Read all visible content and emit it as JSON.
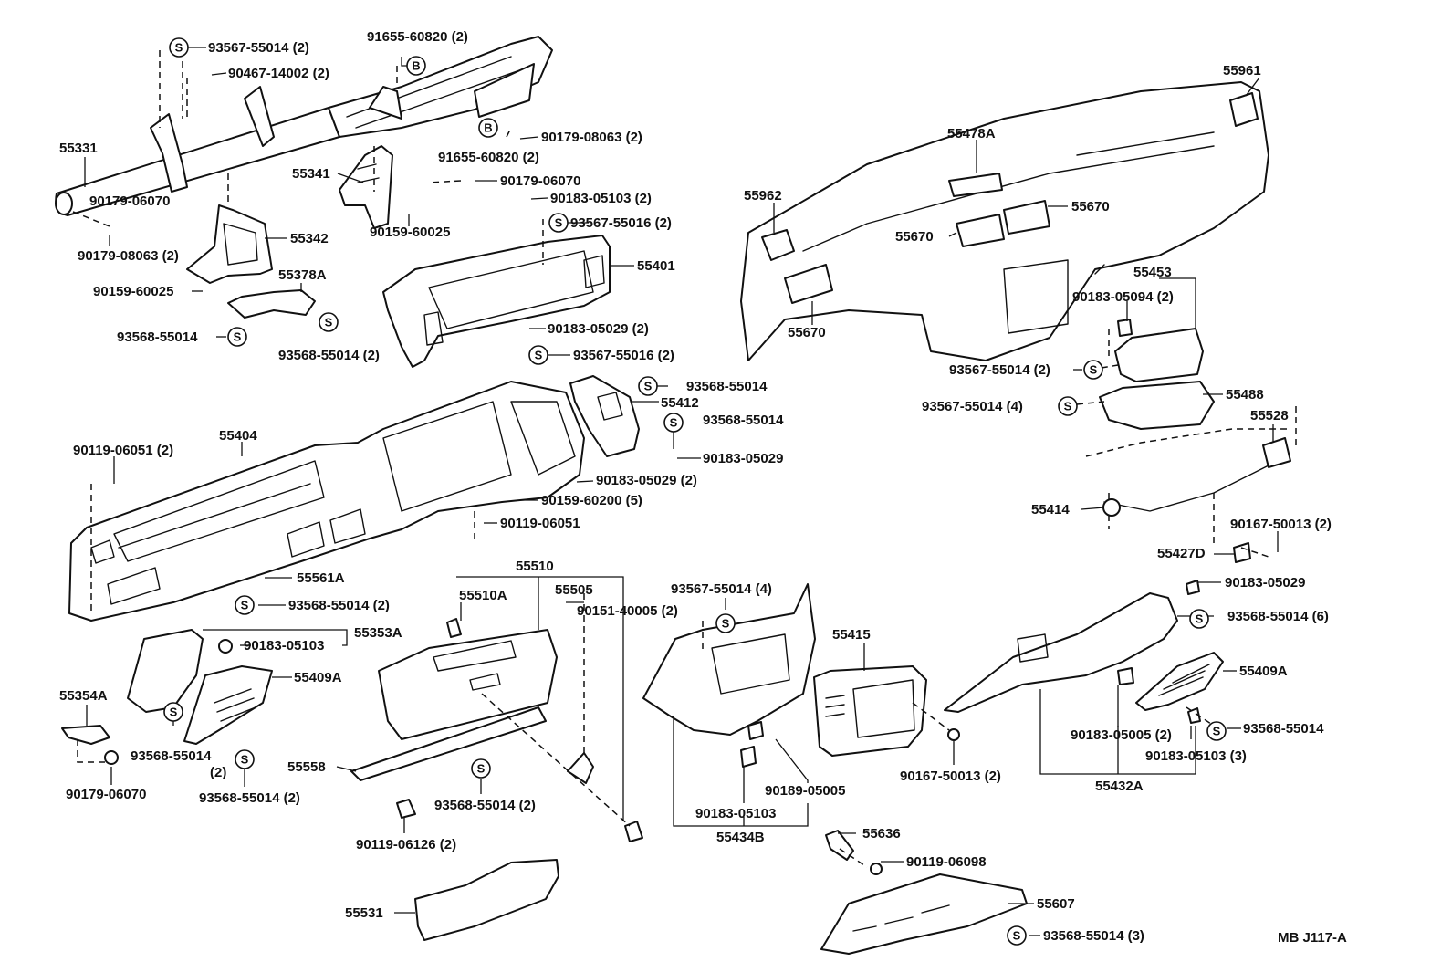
{
  "diagram_code": "MB J117-A",
  "labels": [
    {
      "id": "l1",
      "text": "93567-55014 (2)"
    },
    {
      "id": "l2",
      "text": "91655-60820 (2)"
    },
    {
      "id": "l3",
      "text": "90467-14002 (2)"
    },
    {
      "id": "l4",
      "text": "55331"
    },
    {
      "id": "l5",
      "text": "90179-08063 (2)"
    },
    {
      "id": "l6",
      "text": "91655-60820 (2)"
    },
    {
      "id": "l7",
      "text": "55341"
    },
    {
      "id": "l8",
      "text": "90179-06070"
    },
    {
      "id": "l9",
      "text": "90179-06070"
    },
    {
      "id": "l10",
      "text": "90183-05103 (2)"
    },
    {
      "id": "l11",
      "text": "55342"
    },
    {
      "id": "l12",
      "text": "90159-60025"
    },
    {
      "id": "l13",
      "text": "93567-55016 (2)"
    },
    {
      "id": "l14",
      "text": "90179-08063 (2)"
    },
    {
      "id": "l15",
      "text": "55378A"
    },
    {
      "id": "l16",
      "text": "55401"
    },
    {
      "id": "l17",
      "text": "90159-60025"
    },
    {
      "id": "l18",
      "text": "93568-55014"
    },
    {
      "id": "l19",
      "text": "93568-55014 (2)"
    },
    {
      "id": "l20",
      "text": "90183-05029 (2)"
    },
    {
      "id": "l21",
      "text": "93567-55016 (2)"
    },
    {
      "id": "l22",
      "text": "55961"
    },
    {
      "id": "l23",
      "text": "55478A"
    },
    {
      "id": "l24",
      "text": "55962"
    },
    {
      "id": "l25",
      "text": "55670"
    },
    {
      "id": "l26",
      "text": "55670"
    },
    {
      "id": "l27",
      "text": "55670"
    },
    {
      "id": "l28",
      "text": "55453"
    },
    {
      "id": "l29",
      "text": "90183-05094 (2)"
    },
    {
      "id": "l30",
      "text": "93567-55014 (2)"
    },
    {
      "id": "l31",
      "text": "93568-55014"
    },
    {
      "id": "l32",
      "text": "55412"
    },
    {
      "id": "l33",
      "text": "93568-55014"
    },
    {
      "id": "l34",
      "text": "93567-55014 (4)"
    },
    {
      "id": "l35",
      "text": "55488"
    },
    {
      "id": "l36",
      "text": "55528"
    },
    {
      "id": "l37",
      "text": "55404"
    },
    {
      "id": "l38",
      "text": "90119-06051 (2)"
    },
    {
      "id": "l39",
      "text": "90183-05029"
    },
    {
      "id": "l40",
      "text": "90183-05029 (2)"
    },
    {
      "id": "l41",
      "text": "90159-60200 (5)"
    },
    {
      "id": "l42",
      "text": "90119-06051"
    },
    {
      "id": "l43",
      "text": "55414"
    },
    {
      "id": "l44",
      "text": "90167-50013 (2)"
    },
    {
      "id": "l45",
      "text": "55427D"
    },
    {
      "id": "l46",
      "text": "90183-05029"
    },
    {
      "id": "l47",
      "text": "55561A"
    },
    {
      "id": "l48",
      "text": "93568-55014 (2)"
    },
    {
      "id": "l49",
      "text": "55510"
    },
    {
      "id": "l50",
      "text": "55510A"
    },
    {
      "id": "l51",
      "text": "55505"
    },
    {
      "id": "l52",
      "text": "90151-40005 (2)"
    },
    {
      "id": "l53",
      "text": "93567-55014 (4)"
    },
    {
      "id": "l54",
      "text": "93568-55014 (6)"
    },
    {
      "id": "l55",
      "text": "55353A"
    },
    {
      "id": "l56",
      "text": "90183-05103"
    },
    {
      "id": "l57",
      "text": "55415"
    },
    {
      "id": "l58",
      "text": "55409A"
    },
    {
      "id": "l59",
      "text": "55409A"
    },
    {
      "id": "l60",
      "text": "55354A"
    },
    {
      "id": "l61",
      "text": "93568-55014"
    },
    {
      "id": "l62",
      "text": "93568-55014"
    },
    {
      "id": "l63",
      "text": "(2)"
    },
    {
      "id": "l64",
      "text": "90183-05005 (2)"
    },
    {
      "id": "l65",
      "text": "90183-05103 (3)"
    },
    {
      "id": "l66",
      "text": "55558"
    },
    {
      "id": "l67",
      "text": "90179-06070"
    },
    {
      "id": "l68",
      "text": "93568-55014 (2)"
    },
    {
      "id": "l69",
      "text": "93568-55014 (2)"
    },
    {
      "id": "l70",
      "text": "90167-50013 (2)"
    },
    {
      "id": "l71",
      "text": "90189-05005"
    },
    {
      "id": "l72",
      "text": "55432A"
    },
    {
      "id": "l73",
      "text": "90183-05103"
    },
    {
      "id": "l74",
      "text": "90119-06126 (2)"
    },
    {
      "id": "l75",
      "text": "55434B"
    },
    {
      "id": "l76",
      "text": "55636"
    },
    {
      "id": "l77",
      "text": "90119-06098"
    },
    {
      "id": "l78",
      "text": "55531"
    },
    {
      "id": "l79",
      "text": "55607"
    },
    {
      "id": "l80",
      "text": "93568-55014 (3)"
    }
  ],
  "callouts": [
    {
      "id": "c1",
      "text": "S"
    },
    {
      "id": "c2",
      "text": "B"
    },
    {
      "id": "c3",
      "text": "B"
    },
    {
      "id": "c4",
      "text": "S"
    },
    {
      "id": "c5",
      "text": "S"
    },
    {
      "id": "c6",
      "text": "S"
    },
    {
      "id": "c7",
      "text": "S"
    },
    {
      "id": "c8",
      "text": "S"
    },
    {
      "id": "c9",
      "text": "S"
    },
    {
      "id": "c10",
      "text": "S"
    },
    {
      "id": "c11",
      "text": "S"
    },
    {
      "id": "c12",
      "text": "S"
    },
    {
      "id": "c13",
      "text": "S"
    },
    {
      "id": "c14",
      "text": "S"
    },
    {
      "id": "c15",
      "text": "S"
    },
    {
      "id": "c16",
      "text": "S"
    },
    {
      "id": "c17",
      "text": "S"
    },
    {
      "id": "c18",
      "text": "S"
    },
    {
      "id": "c19",
      "text": "S"
    },
    {
      "id": "c20",
      "text": "S"
    },
    {
      "id": "c21",
      "text": "S"
    },
    {
      "id": "c22",
      "text": "S"
    }
  ]
}
